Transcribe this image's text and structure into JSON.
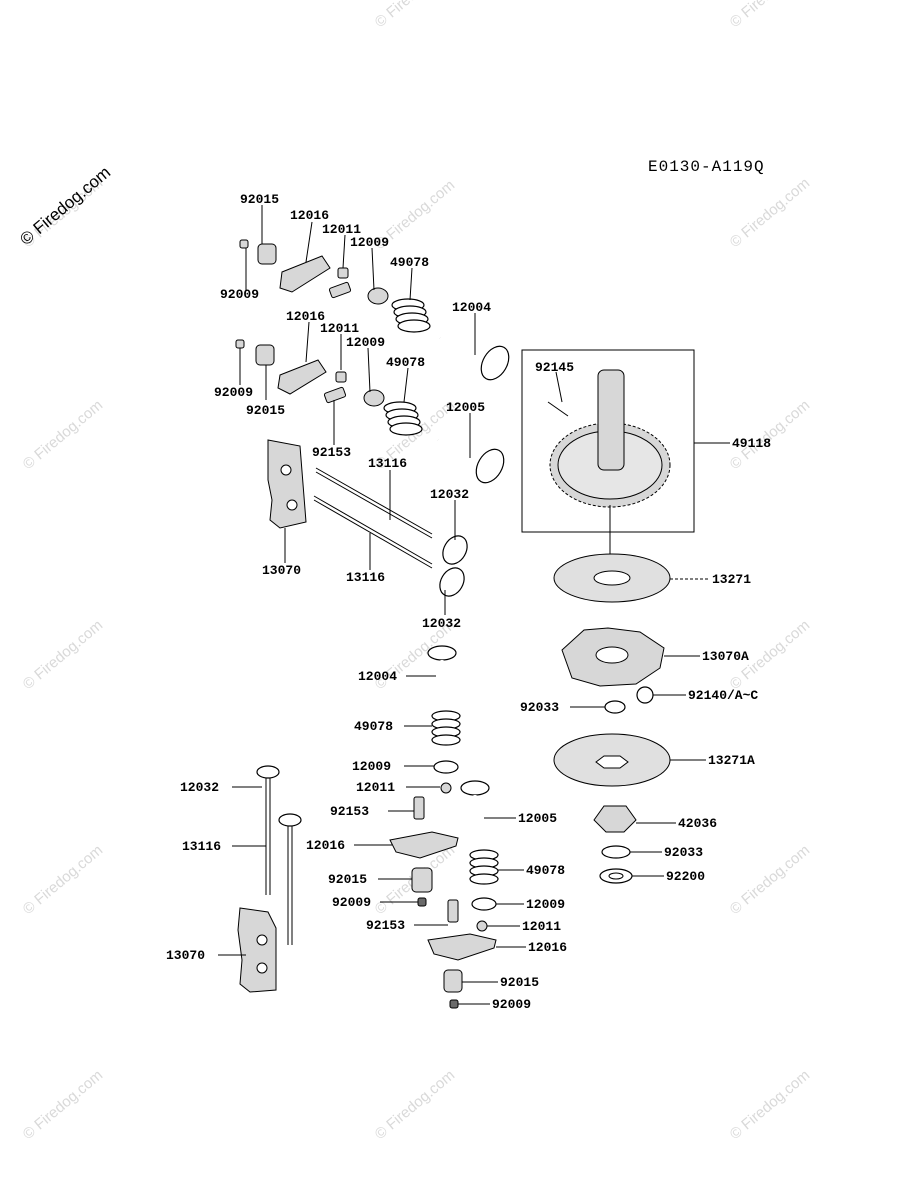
{
  "diagram_code": "E0130-A119Q",
  "watermark": "© Firedog.com",
  "labels": {
    "l_92015_a": "92015",
    "l_12016_a": "12016",
    "l_12011_a": "12011",
    "l_12009_a": "12009",
    "l_49078_a": "49078",
    "l_12004_a": "12004",
    "l_92009_a": "92009",
    "l_12016_b": "12016",
    "l_12011_b": "12011",
    "l_12009_b": "12009",
    "l_49078_b": "49078",
    "l_92009_b": "92009",
    "l_92015_b": "92015",
    "l_12005_a": "12005",
    "l_92153_a": "92153",
    "l_13116_a": "13116",
    "l_12032_a": "12032",
    "l_13070_a": "13070",
    "l_13116_b": "13116",
    "l_12032_b": "12032",
    "l_92145": "92145",
    "l_49118": "49118",
    "l_13271": "13271",
    "l_13070A": "13070A",
    "l_92140": "92140/A~C",
    "l_92033_a": "92033",
    "l_13271A": "13271A",
    "l_42036": "42036",
    "l_92033_b": "92033",
    "l_92200": "92200",
    "l_12004_c": "12004",
    "l_49078_c": "49078",
    "l_12009_c": "12009",
    "l_12011_c": "12011",
    "l_92153_c": "92153",
    "l_12016_c": "12016",
    "l_92015_c": "92015",
    "l_92009_c": "92009",
    "l_12032_c": "12032",
    "l_13116_c": "13116",
    "l_13070_c": "13070",
    "l_12005_d": "12005",
    "l_49078_d": "49078",
    "l_12009_d": "12009",
    "l_12011_d": "12011",
    "l_92153_d": "92153",
    "l_12016_d": "12016",
    "l_92015_d": "92015",
    "l_92009_d": "92009"
  }
}
